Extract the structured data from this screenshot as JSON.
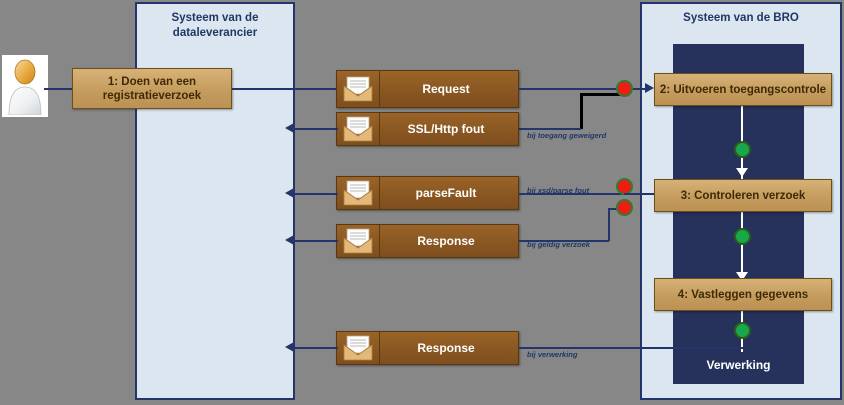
{
  "diagram": {
    "title": "BRO registratieverzoek procesdiagram",
    "background_color": "#878787"
  },
  "lanes": [
    {
      "id": "dataleverancier",
      "title_line1": "Systeem van de",
      "title_line2": "dataleverancier",
      "color": "#dce6f0",
      "border": "#23356b"
    },
    {
      "id": "bro",
      "title_line1": "Systeem van de BRO",
      "title_line2": "",
      "color": "#dce6f0",
      "border": "#23356b"
    }
  ],
  "bro_band": {
    "label": "Verwerking",
    "color": "#26315c"
  },
  "actor": {
    "name": "actor-person-icon",
    "label": ""
  },
  "process_steps": [
    {
      "id": "step1",
      "label_line1": "1: Doen van een",
      "label_line2": "registratieverzoek"
    },
    {
      "id": "step2",
      "label_line1": "2: Uitvoeren toegangscontrole",
      "label_line2": ""
    },
    {
      "id": "step3",
      "label_line1": "3:  Controleren verzoek",
      "label_line2": ""
    },
    {
      "id": "step4",
      "label_line1": "4: Vastleggen gegevens",
      "label_line2": ""
    }
  ],
  "messages": [
    {
      "id": "msg-request-top",
      "label": "Request"
    },
    {
      "id": "msg-ssl-http-fout",
      "label": "SSL/Http fout"
    },
    {
      "id": "msg-parsefault",
      "label": "parseFault"
    },
    {
      "id": "msg-response-mid",
      "label": "Response"
    },
    {
      "id": "msg-response-bottom",
      "label": "Response"
    }
  ],
  "conditions": [
    {
      "id": "cond-toegang",
      "text": "bij toegang geweigerd"
    },
    {
      "id": "cond-parse",
      "text": "bij xsd/parse fout"
    },
    {
      "id": "cond-geldig",
      "text": "bij geldig verzoek"
    },
    {
      "id": "cond-verwerking",
      "text": "bij verwerking"
    }
  ],
  "markers": {
    "red_color": "#ee1c12",
    "green_color": "#17a84a"
  }
}
